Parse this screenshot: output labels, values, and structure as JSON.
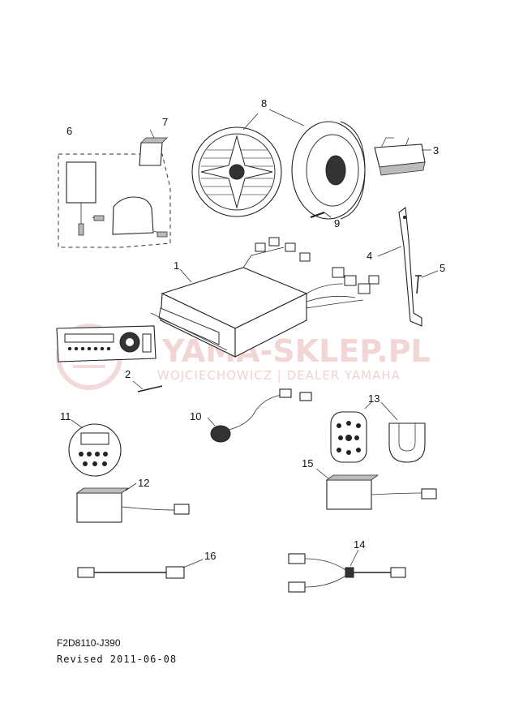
{
  "callouts": {
    "c1": "1",
    "c2": "2",
    "c3": "3",
    "c4": "4",
    "c5": "5",
    "c6": "6",
    "c7": "7",
    "c8": "8",
    "c9": "9",
    "c10": "10",
    "c11": "11",
    "c12": "12",
    "c13": "13",
    "c14": "14",
    "c15": "15",
    "c16": "16"
  },
  "watermark": {
    "main": "YAMA-SKLEP.PL",
    "sub": "WOJCIECHOWICZ | DEALER YAMAHA"
  },
  "footer": {
    "code": "F2D8110-J390",
    "revised": "Revised 2011-06-08"
  }
}
